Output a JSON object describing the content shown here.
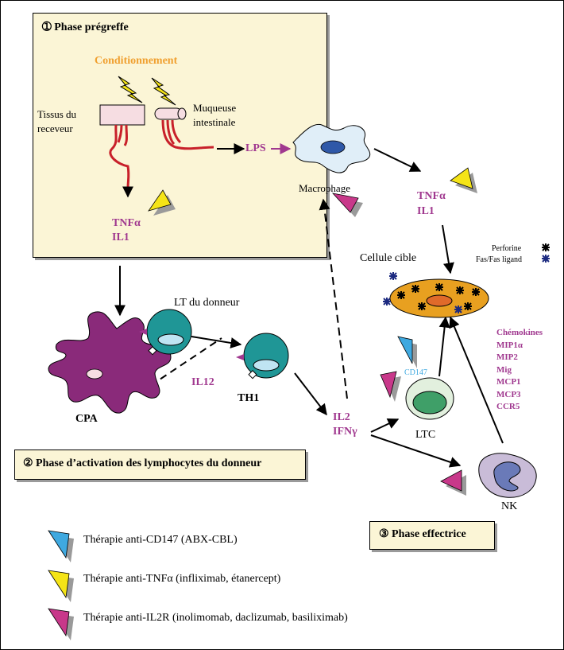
{
  "phases": {
    "pregraft": "➀ Phase prégreffe",
    "activation": "② Phase d’activation des lymphocytes du donneur",
    "effector": "③ Phase effectrice"
  },
  "labels": {
    "conditionnement": "Conditionnement",
    "tissus": "Tissus du receveur",
    "muqueuse": "Muqueuse intestinale",
    "lps": "LPS",
    "macrophage": "Macrophage",
    "tnf_left": "TNFα",
    "il1_left": "IL1",
    "tnf_right": "TNFα",
    "il1_right": "IL1",
    "lt_donneur": "LT du donneur",
    "th1": "TH1",
    "cpa": "CPA",
    "il12": "IL12",
    "il2": "IL2",
    "ifng": "IFNγ",
    "cellule_cible": "Cellule cible",
    "perforine": "Perforine",
    "fas": "Fas/Fas ligand",
    "cd147": "CD147",
    "ltc": "LTC",
    "nk": "NK"
  },
  "chemokines": [
    "Chémokines",
    "MIP1α",
    "MIP2",
    "Mig",
    "MCP1",
    "MCP3",
    "CCR5"
  ],
  "legend": [
    {
      "text": "Thérapie anti-CD147 (ABX-CBL)",
      "color": "#3fa9e0"
    },
    {
      "text": "Thérapie anti-TNFα (infliximab, étanercept)",
      "color": "#f5e417"
    },
    {
      "text": "Thérapie anti-IL2R (inolimomab, daclizumab, basiliximab)",
      "color": "#c8388a"
    }
  ],
  "colors": {
    "box_fill": "#fbf5d6",
    "purple_text": "#a0388f",
    "cpa": "#8a2a7a",
    "teal": "#1f9696",
    "target_cell": "#e8a020",
    "ltc_nucleus": "#3f9f68",
    "nk_cell": "#c9bcd8",
    "macrophage": "#e0eef8"
  }
}
